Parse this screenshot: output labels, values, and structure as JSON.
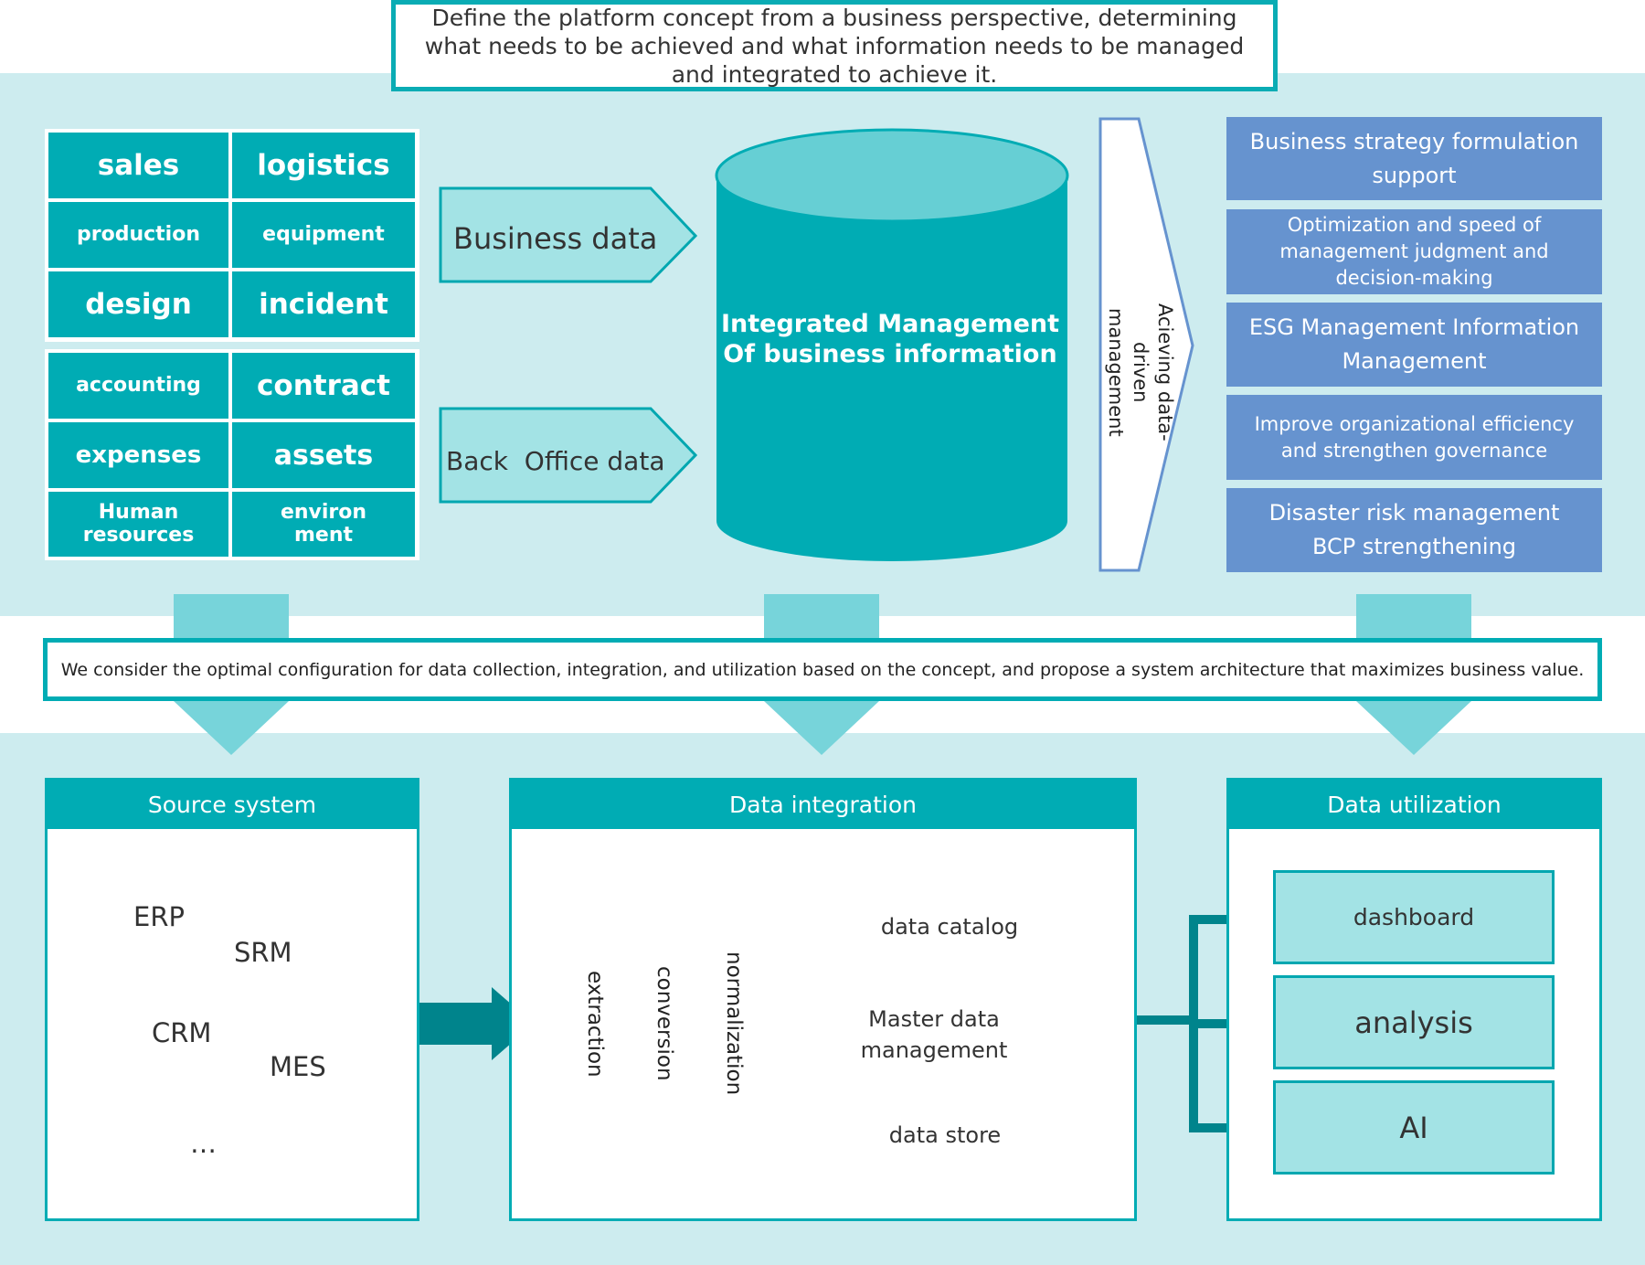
{
  "concept": "Define the platform concept from a business perspective, determining what needs to be achieved and what information needs to be managed and integrated to achieve it.",
  "business_categories": [
    "sales",
    "logistics",
    "production",
    "equipment",
    "design",
    "incident"
  ],
  "backoffice_categories": [
    "accounting",
    "contract",
    "expenses",
    "assets",
    "Human resources",
    "environ ment"
  ],
  "arrows": {
    "business_data": "Business data",
    "back_office_data": "Back  Office data"
  },
  "cylinder_text": "Integrated Management Of business information",
  "data_driven": "Acieving data-driven management",
  "goals": [
    "Business strategy formulation support",
    "Optimization and speed of management judgment and decision-making",
    "ESG Management Information Management",
    "Improve organizational efficiency and strengthen governance",
    "Disaster risk management BCP strengthening"
  ],
  "proposal": "We consider the optimal configuration for data collection, integration, and utilization based on the concept, and propose a system architecture that maximizes business value.",
  "source": {
    "title": "Source system",
    "systems": [
      "ERP",
      "SRM",
      "CRM",
      "MES",
      "…"
    ]
  },
  "integration": {
    "title": "Data integration",
    "steps": [
      "extraction",
      "conversion",
      "normalization"
    ],
    "stores": [
      "data catalog",
      "Master data management",
      "data store"
    ]
  },
  "utilization": {
    "title": "Data utilization",
    "items": [
      "dashboard",
      "analysis",
      "AI"
    ]
  },
  "colors": {
    "teal": "#00acb4",
    "light_teal": "#a3e3e5",
    "band": "#cdecef",
    "goal_blue": "#6693cf",
    "dark_teal": "#008088"
  }
}
